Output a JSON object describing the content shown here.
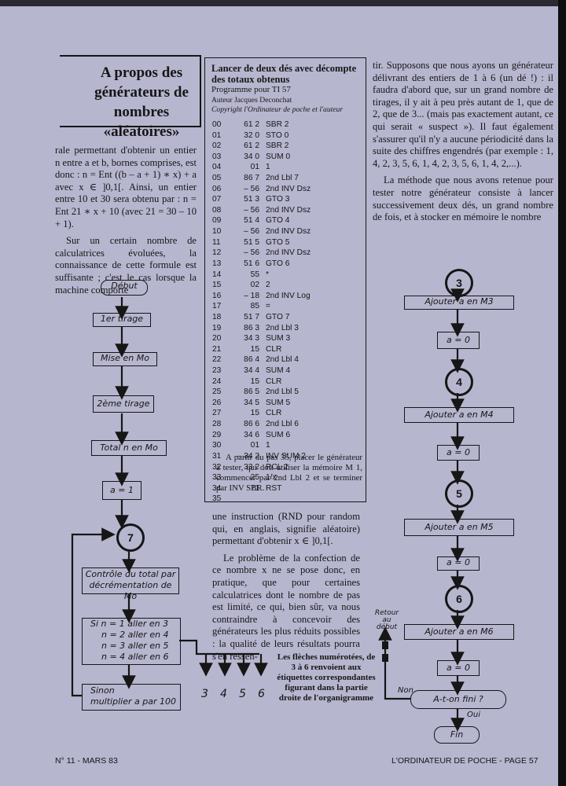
{
  "title": "A propos des générateurs de nombres «aléatoires»",
  "col1_text": {
    "p1": "rale permettant d'obtenir un entier n entre a et b, bornes comprises, est donc : n = Ent ((b – a + 1) ∗ x) + a avec x ∈ ]0,1[. Ainsi, un entier entre 10 et 30 sera obtenu par : n = Ent 21 ∗ x + 10 (avec 21 = 30 – 10 + 1).",
    "p2": "Sur un certain nombre de calculatrices évoluées, la connaissance de cette formule est suffisante ; c'est le cas lorsque la machine comporte"
  },
  "program": {
    "title": "Lancer de deux dés avec décompte des totaux obtenus",
    "subtitle": "Programme pour TI 57",
    "author": "Auteur Jacques Deconchat",
    "copyright": "Copyright l'Ordinateur de poche et l'auteur",
    "lines": [
      [
        "00",
        "61 2",
        "SBR 2"
      ],
      [
        "01",
        "32 0",
        "STO 0"
      ],
      [
        "02",
        "61 2",
        "SBR 2"
      ],
      [
        "03",
        "34 0",
        "SUM 0"
      ],
      [
        "04",
        "01",
        "1"
      ],
      [
        "05",
        "86 7",
        "2nd Lbl 7"
      ],
      [
        "06",
        "– 56",
        "2nd INV Dsz"
      ],
      [
        "07",
        "51 3",
        "GTO 3"
      ],
      [
        "08",
        "– 56",
        "2nd INV Dsz"
      ],
      [
        "09",
        "51 4",
        "GTO 4"
      ],
      [
        "10",
        "– 56",
        "2nd INV Dsz"
      ],
      [
        "11",
        "51 5",
        "GTO 5"
      ],
      [
        "12",
        "– 56",
        "2nd INV Dsz"
      ],
      [
        "13",
        "51 6",
        "GTO 6"
      ],
      [
        "14",
        "55",
        "*"
      ],
      [
        "15",
        "02",
        "2"
      ],
      [
        "16",
        "– 18",
        "2nd INV Log"
      ],
      [
        "17",
        "85",
        "="
      ],
      [
        "18",
        "51 7",
        "GTO 7"
      ],
      [
        "19",
        "86 3",
        "2nd Lbl 3"
      ],
      [
        "20",
        "34 3",
        "SUM 3"
      ],
      [
        "21",
        "15",
        "CLR"
      ],
      [
        "22",
        "86 4",
        "2nd Lbl 4"
      ],
      [
        "23",
        "34 4",
        "SUM 4"
      ],
      [
        "24",
        "15",
        "CLR"
      ],
      [
        "25",
        "86 5",
        "2nd Lbl 5"
      ],
      [
        "26",
        "34 5",
        "SUM 5"
      ],
      [
        "27",
        "15",
        "CLR"
      ],
      [
        "28",
        "86 6",
        "2nd Lbl 6"
      ],
      [
        "29",
        "34 6",
        "SUM 6"
      ],
      [
        "30",
        "01",
        "1"
      ],
      [
        "31",
        "– 34 2",
        "INV SUM 2"
      ],
      [
        "32",
        "33 2",
        "RCL 2"
      ],
      [
        "33",
        "25",
        "1/x"
      ],
      [
        "34",
        "71",
        "RST"
      ],
      [
        "35",
        "",
        ""
      ]
    ],
    "note": "A partir du pas 35, placer le générateur à tester, qui doit utiliser la mémoire M 1, commencer par 2nd Lbl 2 et se terminer par INV SBR."
  },
  "col2_text": {
    "p1": "une instruction (RND pour random qui, en anglais, signifie aléatoire) permettant d'obtenir x ∈ ]0,1[.",
    "p2": "Le problème de la confection de ce nombre x ne se pose donc, en pratique, que pour certaines calculatrices dont le nombre de pas est limité, ce qui, bien sûr, va nous contraindre à concevoir des générateurs les plus réduits possibles : la qualité de leurs résultats pourra s'en ressen-"
  },
  "col3_text": {
    "p1": "tir. Supposons que nous ayons un générateur délivrant des entiers de 1 à 6 (un dé !) : il faudra d'abord que, sur un grand nombre de tirages, il y ait à peu près autant de 1, que de 2, que de 3... (mais pas exactement autant, ce qui serait « suspect »). Il faut également s'assurer qu'il n'y a aucune périodicité dans la suite des chiffres engendrés (par exemple : 1, 4, 2, 3, 5, 6, 1, 4, 2, 3, 5, 6, 1, 4, 2,...).",
    "p2": "La méthode que nous avons retenue pour tester notre générateur consiste à lancer successivement deux dés, un grand nombre de fois, et à stocker en mémoire le nombre"
  },
  "flow_left": {
    "debut": "Début",
    "tirage1": "1er tirage",
    "mise": "Mise en Mo",
    "tirage2": "2ème tirage",
    "total": "Total n en Mo",
    "a1": "a = 1",
    "circle7": "7",
    "controle1": "Contrôle du total par",
    "controle2": "décrémentation de Mo",
    "cond1": "Si n = 1  aller en 3",
    "cond2": "n = 2  aller en 4",
    "cond3": "n = 3  aller en 5",
    "cond4": "n = 4  aller en 6",
    "sinon1": "Sinon",
    "sinon2": "multiplier a par 100",
    "outs": [
      "3",
      "4",
      "5",
      "6"
    ]
  },
  "flow_right": {
    "c3": "3",
    "add3": "Ajouter a en M3",
    "a0_1": "a = 0",
    "c4": "4",
    "add4": "Ajouter a en M4",
    "a0_2": "a = 0",
    "c5": "5",
    "add5": "Ajouter a en M5",
    "a0_3": "a = 0",
    "c6": "6",
    "add6": "Ajouter a en M6",
    "a0_4": "a = 0",
    "fini": "A-t-on fini ?",
    "non": "Non",
    "oui": "Oui",
    "fin": "Fin",
    "retour1": "Retour",
    "retour2": "au",
    "retour3": "début"
  },
  "flow_note": "Les flèches numérotées, de 3 à 6 renvoient aux étiquettes correspondantes figurant dans la partie droite de l'organigramme",
  "footer": {
    "left": "N° 11 - MARS 83",
    "right": "L'ORDINATEUR DE POCHE - PAGE 57"
  }
}
